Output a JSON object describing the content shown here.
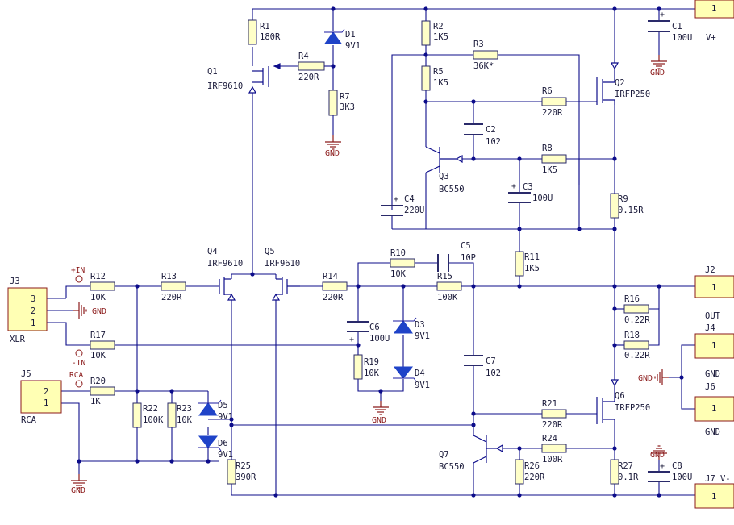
{
  "components": [
    {
      "ref": "R1",
      "value": "180R"
    },
    {
      "ref": "R2",
      "value": "1K5"
    },
    {
      "ref": "R3",
      "value": "36K*"
    },
    {
      "ref": "R4",
      "value": "220R"
    },
    {
      "ref": "R5",
      "value": "1K5"
    },
    {
      "ref": "R6",
      "value": "220R"
    },
    {
      "ref": "R7",
      "value": "3K3"
    },
    {
      "ref": "R8",
      "value": "1K5"
    },
    {
      "ref": "R9",
      "value": "0.15R"
    },
    {
      "ref": "R10",
      "value": "10K"
    },
    {
      "ref": "R11",
      "value": "1K5"
    },
    {
      "ref": "R12",
      "value": "10K"
    },
    {
      "ref": "R13",
      "value": "220R"
    },
    {
      "ref": "R14",
      "value": "220R"
    },
    {
      "ref": "R15",
      "value": "100K"
    },
    {
      "ref": "R16",
      "value": "0.22R"
    },
    {
      "ref": "R17",
      "value": "10K"
    },
    {
      "ref": "R18",
      "value": "0.22R"
    },
    {
      "ref": "R19",
      "value": "10K"
    },
    {
      "ref": "R20",
      "value": "1K"
    },
    {
      "ref": "R21",
      "value": "220R"
    },
    {
      "ref": "R22",
      "value": "100K"
    },
    {
      "ref": "R23",
      "value": "10K"
    },
    {
      "ref": "R24",
      "value": "100R"
    },
    {
      "ref": "R25",
      "value": "390R"
    },
    {
      "ref": "R26",
      "value": "220R"
    },
    {
      "ref": "R27",
      "value": "0.1R"
    },
    {
      "ref": "C1",
      "value": "100U"
    },
    {
      "ref": "C2",
      "value": "102"
    },
    {
      "ref": "C3",
      "value": "100U"
    },
    {
      "ref": "C4",
      "value": "220U"
    },
    {
      "ref": "C5",
      "value": "10P"
    },
    {
      "ref": "C6",
      "value": "100U"
    },
    {
      "ref": "C7",
      "value": "102"
    },
    {
      "ref": "C8",
      "value": "100U"
    },
    {
      "ref": "D1",
      "value": "9V1"
    },
    {
      "ref": "D3",
      "value": "9V1"
    },
    {
      "ref": "D4",
      "value": "9V1"
    },
    {
      "ref": "D5",
      "value": "9V1"
    },
    {
      "ref": "D6",
      "value": "9V1"
    },
    {
      "ref": "Q1",
      "value": "IRF9610"
    },
    {
      "ref": "Q2",
      "value": "IRFP250"
    },
    {
      "ref": "Q3",
      "value": "BC550"
    },
    {
      "ref": "Q4",
      "value": "IRF9610"
    },
    {
      "ref": "Q5",
      "value": "IRF9610"
    },
    {
      "ref": "Q6",
      "value": "IRFP250"
    },
    {
      "ref": "Q7",
      "value": "BC550"
    }
  ],
  "connectors": {
    "J1": {
      "pin": "1",
      "label": "V+"
    },
    "J2": {
      "ref": "J2",
      "pin": "1",
      "label": "OUT"
    },
    "J4": {
      "ref": "J4",
      "pin": "1",
      "label": "GND"
    },
    "J6": {
      "ref": "J6",
      "pin": "1",
      "label": "GND"
    },
    "J7": {
      "ref": "J7 V-",
      "pin": "1"
    },
    "J3": {
      "ref": "J3",
      "pins": [
        "3",
        "2",
        "1"
      ],
      "label": "XLR"
    },
    "J5": {
      "ref": "J5",
      "pins": [
        "2",
        "1"
      ],
      "label": "RCA"
    }
  },
  "ports": {
    "in_plus": "+IN",
    "in_minus": "-IN",
    "rca": "RCA"
  },
  "ground_label": "GND",
  "colors": {
    "wire": "#0c0c8a",
    "diode": "#1f43c8",
    "ground": "#8b1a1a",
    "body": "#ffffc8"
  }
}
